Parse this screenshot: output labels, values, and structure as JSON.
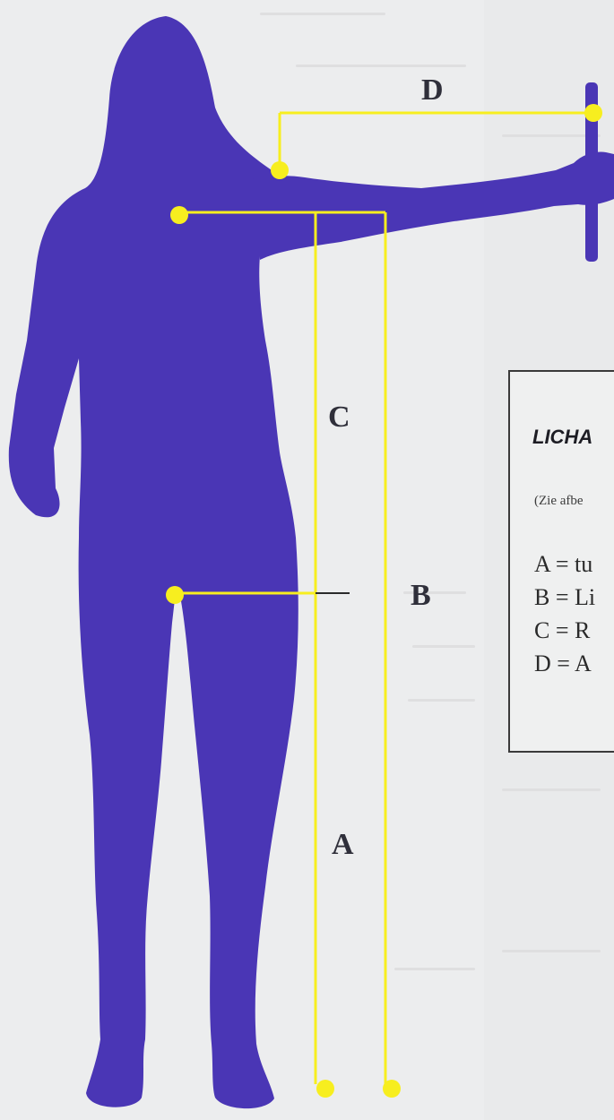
{
  "diagram": {
    "labels": {
      "a": "A",
      "b": "B",
      "c": "C",
      "d": "D"
    },
    "legend": {
      "title": "LICHA",
      "note": "(Zie afbe",
      "items": [
        "A = tu",
        "B = Li",
        "C = R",
        "D = A"
      ]
    },
    "colors": {
      "silhouette": "#4a36b5",
      "measure_line": "#f7ee1f",
      "background": "#eceded"
    }
  }
}
